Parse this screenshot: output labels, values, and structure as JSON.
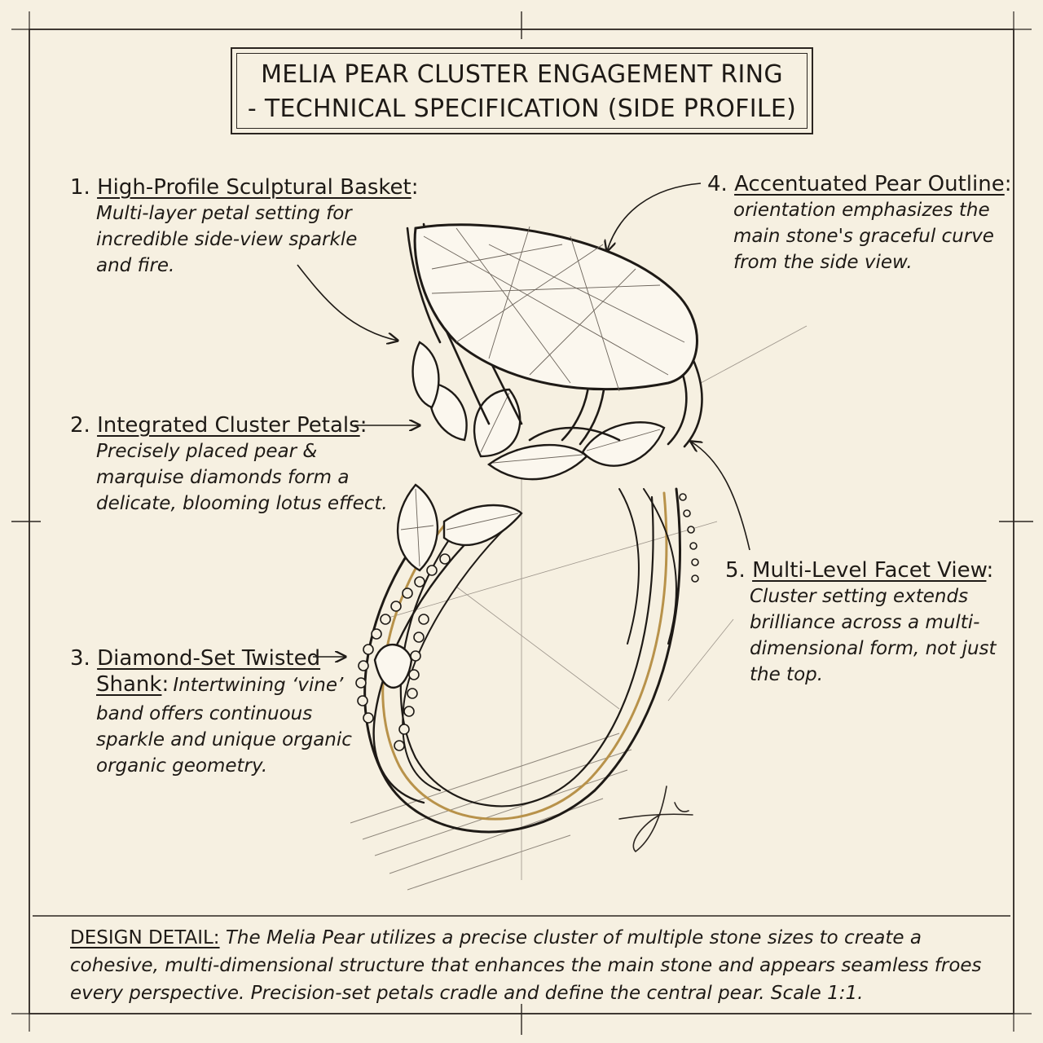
{
  "title": {
    "line1": "MELIA PEAR CLUSTER ENGAGEMENT RING",
    "line2": "- TECHNICAL SPECIFICATION (SIDE PROFILE)"
  },
  "callouts": [
    {
      "number": "1.",
      "heading": "High-Profile Sculptural Basket",
      "lines": [
        "Multi-layer petal setting for",
        "incredible side-view sparkle",
        "and fire."
      ]
    },
    {
      "number": "2.",
      "heading": "Integrated Cluster Petals",
      "lines": [
        "Precisely placed pear &",
        "marquise diamonds form a",
        "delicate, blooming lotus effect."
      ]
    },
    {
      "number": "3.",
      "heading_line1": "Diamond-Set Twisted",
      "heading_line2": "Shank",
      "inline_text": "Intertwining ‘vine’",
      "lines": [
        "band offers continuous",
        "sparkle and unique organic",
        "organic geometry."
      ]
    },
    {
      "number": "4.",
      "heading": "Accentuated Pear Outline",
      "lines": [
        "orientation emphasizes the",
        "main stone's graceful curve",
        "from the side view."
      ]
    },
    {
      "number": "5.",
      "heading": "Multi-Level Facet View",
      "lines": [
        "Cluster setting extends",
        "brilliance across a multi-",
        "dimensional form, not just",
        "the top."
      ]
    }
  ],
  "design_detail": {
    "label": "DESIGN DETAIL:",
    "text": "The Melia Pear utilizes a precise cluster of multiple stone sizes to create a cohesive, multi-dimensional structure that enhances the main stone and appears seamless froes every perspective. Precision-set petals cradle and define the central pear. Scale 1:1."
  },
  "colors": {
    "paper": "#f6f0e1",
    "ink": "#1e1a16",
    "gold": "#b8924a"
  }
}
